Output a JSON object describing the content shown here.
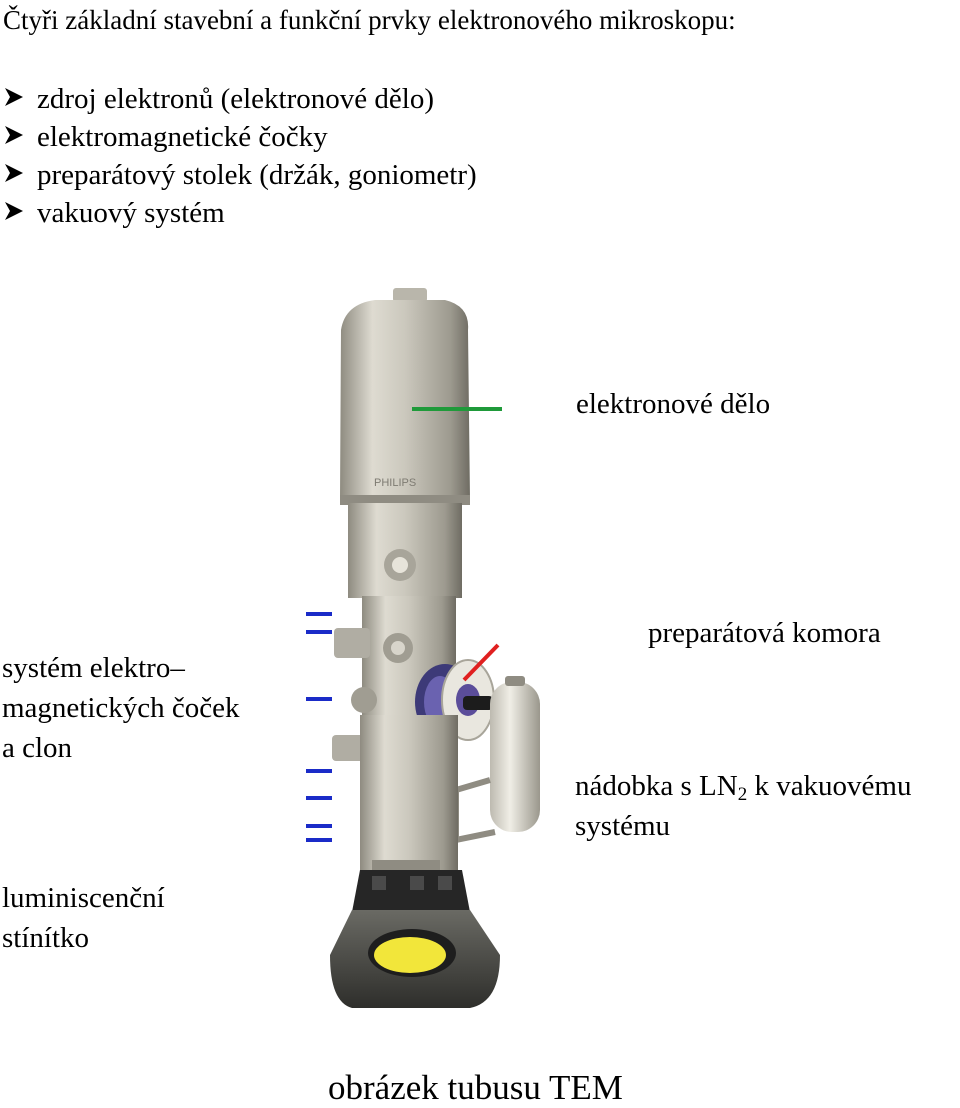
{
  "title": "Čtyři základní stavební  a funkční prvky elektronového mikroskopu:",
  "bullets": [
    {
      "icon": "arrowhead-bullet-icon",
      "text": "zdroj elektronů (elektronové dělo)"
    },
    {
      "icon": "arrowhead-bullet-icon",
      "text": "elektromagnetické čočky"
    },
    {
      "icon": "arrowhead-bullet-icon",
      "text": "preparátový stolek (držák, goniometr)"
    },
    {
      "icon": "arrowhead-bullet-icon",
      "text": "vakuový systém"
    }
  ],
  "labels": {
    "gun": "elektronové dělo",
    "chamber": "preparátová komora",
    "lenses": [
      "systém elektro–",
      "magnetických čoček",
      "a clon"
    ],
    "ln2": {
      "pre": "nádobka s LN",
      "sub": "2",
      "post": " k vakuovému",
      "line2": "systému"
    },
    "screen": [
      "luminiscenční",
      "stínítko"
    ]
  },
  "brand": "PHILIPS",
  "caption": "obrázek tubusu TEM",
  "colors": {
    "gun_marker": "#1f9a3a",
    "chamber_marker": "#e02020",
    "lens_markers": "#1a2bc8",
    "screen_yellow": "#f2e63a"
  }
}
